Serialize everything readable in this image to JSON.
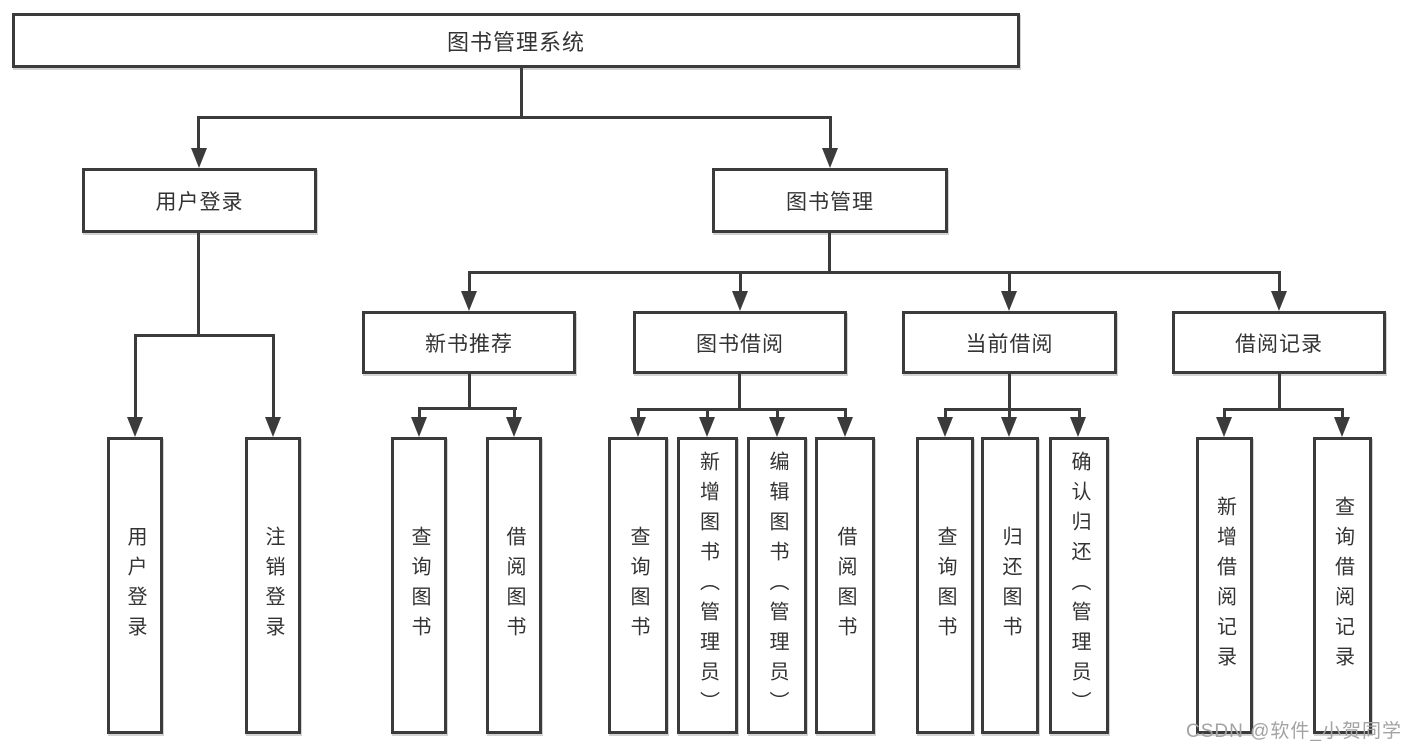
{
  "title": "图书管理系统",
  "tree": {
    "root": {
      "label": "图书管理系统"
    },
    "branches": [
      {
        "label": "用户登录",
        "children": [
          {
            "label": "用户登录"
          },
          {
            "label": "注销登录"
          }
        ]
      },
      {
        "label": "图书管理",
        "children": [
          {
            "label": "新书推荐",
            "children": [
              {
                "label": "查询图书"
              },
              {
                "label": "借阅图书"
              }
            ]
          },
          {
            "label": "图书借阅",
            "children": [
              {
                "label": "查询图书"
              },
              {
                "label": "新增图书（管理员）"
              },
              {
                "label": "编辑图书（管理员）"
              },
              {
                "label": "借阅图书"
              }
            ]
          },
          {
            "label": "当前借阅",
            "children": [
              {
                "label": "查询图书"
              },
              {
                "label": "归还图书"
              },
              {
                "label": "确认归还（管理员）"
              }
            ]
          },
          {
            "label": "借阅记录",
            "children": [
              {
                "label": "新增借阅记录"
              },
              {
                "label": "查询借阅记录"
              }
            ]
          }
        ]
      }
    ]
  },
  "watermark": "CSDN @软件_小贺同学",
  "colors": {
    "line": "#3b3b3b",
    "text": "#333333",
    "box_background": "#ffffff",
    "watermark": "#a3a3a3",
    "background": "#ffffff"
  }
}
